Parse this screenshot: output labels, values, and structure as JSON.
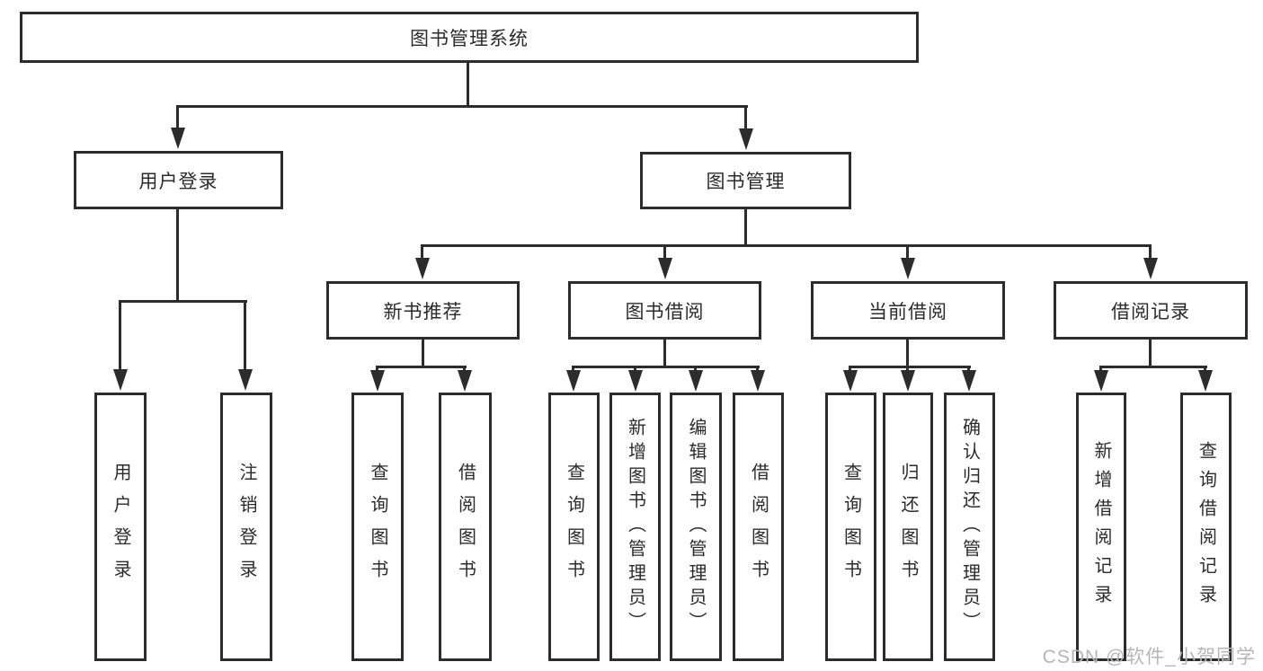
{
  "diagram": {
    "root": "图书管理系统",
    "level2": [
      "用户登录",
      "图书管理"
    ],
    "level3": [
      "新书推荐",
      "图书借阅",
      "当前借阅",
      "借阅记录"
    ],
    "leaves": [
      "用户登录",
      "注销登录",
      "查询图书",
      "借阅图书",
      "查询图书",
      "新增图书（管理员）",
      "编辑图书（管理员）",
      "借阅图书",
      "查询图书",
      "归还图书",
      "确认归还（管理员）",
      "新增借阅记录",
      "查询借阅记录"
    ],
    "colors": {
      "line": "#2c2c2c",
      "text": "#2b2b2b",
      "watermark": "#b6b6b6",
      "background": "#ffffff"
    },
    "watermark": "CSDN @软件_小贺同学"
  }
}
